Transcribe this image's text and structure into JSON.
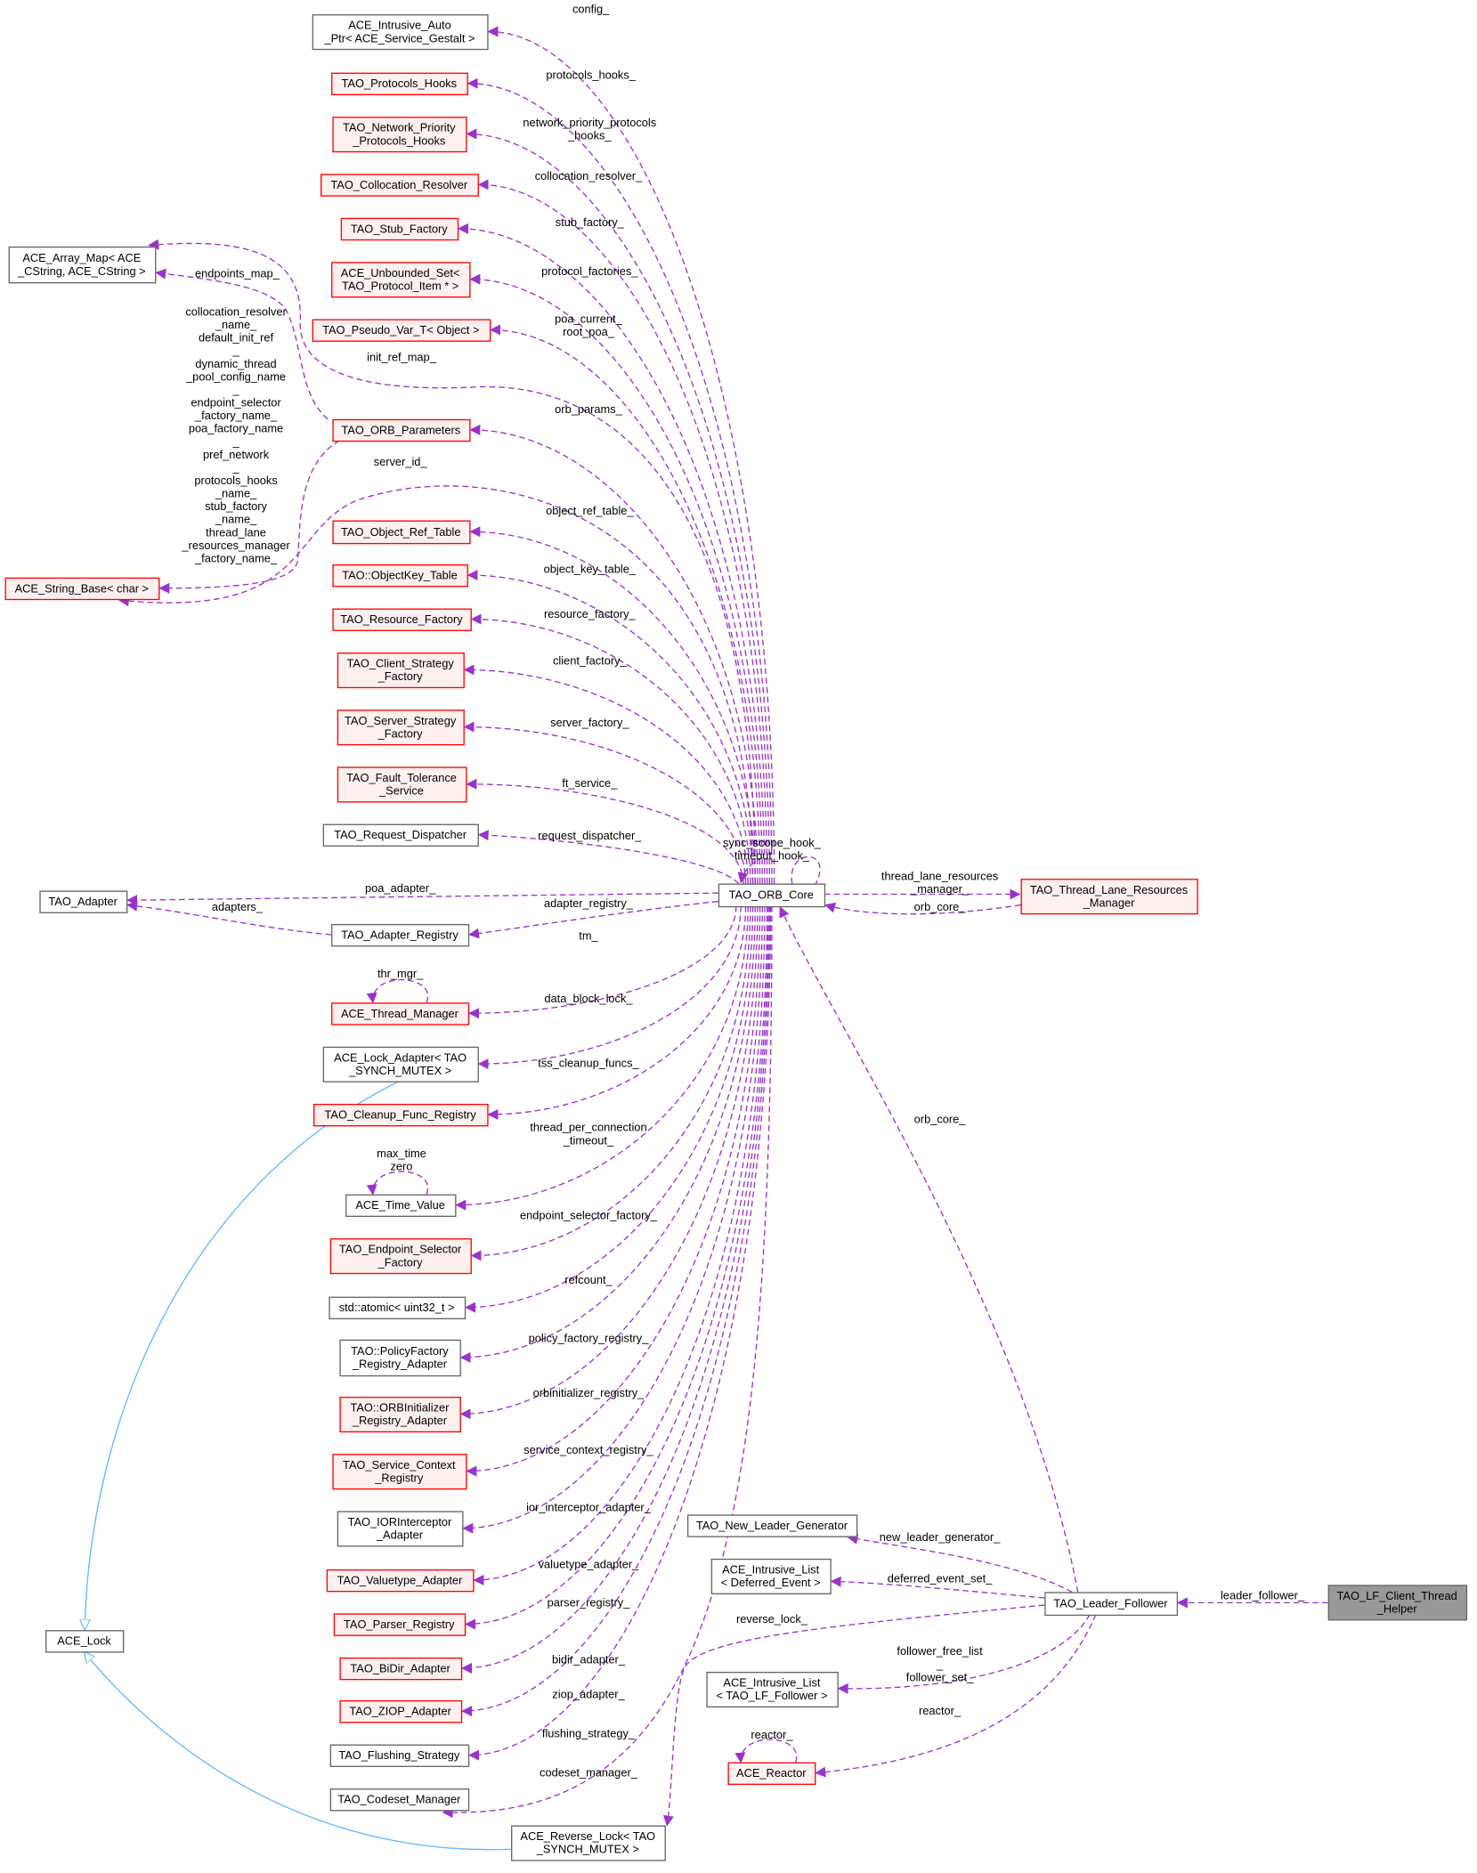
{
  "colors": {
    "usage_edge": "#9a32cd",
    "inherit_edge": "#63b8ff",
    "red_border": "#ff0000",
    "red_fill": "#fff0f0",
    "gray_border": "#666666",
    "gray_fill": "#ffffff",
    "focus_fill": "#999999",
    "focus_border": "#666666"
  },
  "diagram": {
    "nodes": [
      {
        "id": "auto_ptr",
        "kind": "gray",
        "lines": [
          "ACE_Intrusive_Auto",
          "_Ptr< ACE_Service_Gestalt >"
        ]
      },
      {
        "id": "protocols_hooks",
        "kind": "red",
        "lines": [
          "TAO_Protocols_Hooks"
        ]
      },
      {
        "id": "np_hooks",
        "kind": "red",
        "lines": [
          "TAO_Network_Priority",
          "_Protocols_Hooks"
        ]
      },
      {
        "id": "coll_resolver",
        "kind": "red",
        "lines": [
          "TAO_Collocation_Resolver"
        ]
      },
      {
        "id": "stub_factory",
        "kind": "red",
        "lines": [
          "TAO_Stub_Factory"
        ]
      },
      {
        "id": "unbounded_set",
        "kind": "red",
        "lines": [
          "ACE_Unbounded_Set<",
          "TAO_Protocol_Item * >"
        ]
      },
      {
        "id": "pseudo_var",
        "kind": "red",
        "lines": [
          "TAO_Pseudo_Var_T< Object >"
        ]
      },
      {
        "id": "orb_params",
        "kind": "red",
        "lines": [
          "TAO_ORB_Parameters"
        ]
      },
      {
        "id": "obj_ref_table",
        "kind": "red",
        "lines": [
          "TAO_Object_Ref_Table"
        ]
      },
      {
        "id": "objkey_table",
        "kind": "red",
        "lines": [
          "TAO::ObjectKey_Table"
        ]
      },
      {
        "id": "resource_factory",
        "kind": "red",
        "lines": [
          "TAO_Resource_Factory"
        ]
      },
      {
        "id": "client_sf",
        "kind": "red",
        "lines": [
          "TAO_Client_Strategy",
          "_Factory"
        ]
      },
      {
        "id": "server_sf",
        "kind": "red",
        "lines": [
          "TAO_Server_Strategy",
          "_Factory"
        ]
      },
      {
        "id": "ft_service",
        "kind": "red",
        "lines": [
          "TAO_Fault_Tolerance",
          "_Service"
        ]
      },
      {
        "id": "req_dispatcher",
        "kind": "gray",
        "lines": [
          "TAO_Request_Dispatcher"
        ]
      },
      {
        "id": "adapter_registry",
        "kind": "gray",
        "lines": [
          "TAO_Adapter_Registry"
        ]
      },
      {
        "id": "thread_manager",
        "kind": "red",
        "lines": [
          "ACE_Thread_Manager"
        ]
      },
      {
        "id": "lock_adapter",
        "kind": "gray",
        "lines": [
          "ACE_Lock_Adapter< TAO",
          "_SYNCH_MUTEX >"
        ]
      },
      {
        "id": "cleanup_registry",
        "kind": "red",
        "lines": [
          "TAO_Cleanup_Func_Registry"
        ]
      },
      {
        "id": "time_value",
        "kind": "gray",
        "lines": [
          "ACE_Time_Value"
        ]
      },
      {
        "id": "ep_selector",
        "kind": "red",
        "lines": [
          "TAO_Endpoint_Selector",
          "_Factory"
        ]
      },
      {
        "id": "atomic",
        "kind": "gray",
        "lines": [
          "std::atomic< uint32_t >"
        ]
      },
      {
        "id": "policy_reg",
        "kind": "gray",
        "lines": [
          "TAO::PolicyFactory",
          "_Registry_Adapter"
        ]
      },
      {
        "id": "orbinit_reg",
        "kind": "red",
        "lines": [
          "TAO::ORBInitializer",
          "_Registry_Adapter"
        ]
      },
      {
        "id": "sc_registry",
        "kind": "red",
        "lines": [
          "TAO_Service_Context",
          "_Registry"
        ]
      },
      {
        "id": "ior_adapter",
        "kind": "gray",
        "lines": [
          "TAO_IORInterceptor",
          "_Adapter"
        ]
      },
      {
        "id": "valuetype_adapter",
        "kind": "red",
        "lines": [
          "TAO_Valuetype_Adapter"
        ]
      },
      {
        "id": "parser_registry",
        "kind": "red",
        "lines": [
          "TAO_Parser_Registry"
        ]
      },
      {
        "id": "bidir_adapter",
        "kind": "red",
        "lines": [
          "TAO_BiDir_Adapter"
        ]
      },
      {
        "id": "ziop_adapter",
        "kind": "red",
        "lines": [
          "TAO_ZIOP_Adapter"
        ]
      },
      {
        "id": "flushing",
        "kind": "gray",
        "lines": [
          "TAO_Flushing_Strategy"
        ]
      },
      {
        "id": "codeset",
        "kind": "gray",
        "lines": [
          "TAO_Codeset_Manager"
        ]
      },
      {
        "id": "reverse_lock",
        "kind": "gray",
        "lines": [
          "ACE_Reverse_Lock< TAO",
          "_SYNCH_MUTEX >"
        ]
      },
      {
        "id": "array_map",
        "kind": "gray",
        "lines": [
          "ACE_Array_Map< ACE",
          "_CString, ACE_CString >"
        ]
      },
      {
        "id": "string_base",
        "kind": "red",
        "lines": [
          "ACE_String_Base< char >"
        ]
      },
      {
        "id": "tao_adapter",
        "kind": "gray",
        "lines": [
          "TAO_Adapter"
        ]
      },
      {
        "id": "ace_lock",
        "kind": "gray",
        "lines": [
          "ACE_Lock"
        ]
      },
      {
        "id": "orb_core",
        "kind": "gray",
        "lines": [
          "TAO_ORB_Core"
        ]
      },
      {
        "id": "tlrm",
        "kind": "red",
        "lines": [
          "TAO_Thread_Lane_Resources",
          "_Manager"
        ]
      },
      {
        "id": "new_leader",
        "kind": "gray",
        "lines": [
          "TAO_New_Leader_Generator"
        ]
      },
      {
        "id": "deferred_list",
        "kind": "gray",
        "lines": [
          "ACE_Intrusive_List",
          "< Deferred_Event >"
        ]
      },
      {
        "id": "leader_follower",
        "kind": "gray",
        "lines": [
          "TAO_Leader_Follower"
        ]
      },
      {
        "id": "lf_client",
        "kind": "focus",
        "lines": [
          "TAO_LF_Client_Thread",
          "_Helper"
        ]
      },
      {
        "id": "lf_list",
        "kind": "gray",
        "lines": [
          "ACE_Intrusive_List",
          "< TAO_LF_Follower >"
        ]
      },
      {
        "id": "reactor",
        "kind": "red",
        "lines": [
          "ACE_Reactor"
        ]
      }
    ],
    "edges": [
      {
        "from": "orb_core",
        "to": "auto_ptr",
        "kind": "usage",
        "label": [
          "config_"
        ]
      },
      {
        "from": "orb_core",
        "to": "protocols_hooks",
        "kind": "usage",
        "label": [
          "protocols_hooks_"
        ]
      },
      {
        "from": "orb_core",
        "to": "np_hooks",
        "kind": "usage",
        "label": [
          "network_priority_protocols",
          "_hooks_"
        ]
      },
      {
        "from": "orb_core",
        "to": "coll_resolver",
        "kind": "usage",
        "label": [
          "collocation_resolver_"
        ]
      },
      {
        "from": "orb_core",
        "to": "stub_factory",
        "kind": "usage",
        "label": [
          "stub_factory_"
        ]
      },
      {
        "from": "orb_core",
        "to": "unbounded_set",
        "kind": "usage",
        "label": [
          "protocol_factories_"
        ]
      },
      {
        "from": "orb_core",
        "to": "pseudo_var",
        "kind": "usage",
        "label": [
          "poa_current_",
          "root_poa_"
        ]
      },
      {
        "from": "orb_core",
        "to": "array_map",
        "kind": "usage",
        "label": [
          "init_ref_map_"
        ]
      },
      {
        "from": "orb_core",
        "to": "orb_params",
        "kind": "usage",
        "label": [
          "orb_params_"
        ]
      },
      {
        "from": "orb_core",
        "to": "string_base",
        "kind": "usage",
        "label": [
          "server_id_"
        ]
      },
      {
        "from": "orb_params",
        "to": "array_map",
        "kind": "usage",
        "label": [
          "endpoints_map_"
        ]
      },
      {
        "from": "orb_params",
        "to": "string_base",
        "kind": "usage",
        "label": [
          "collocation_resolver",
          "_name_",
          "default_init_ref",
          "_",
          "dynamic_thread",
          "_pool_config_name",
          "_",
          "endpoint_selector",
          "_factory_name_",
          "poa_factory_name",
          "_",
          "pref_network",
          "_",
          "protocols_hooks",
          "_name_",
          "stub_factory",
          "_name_",
          "thread_lane",
          "_resources_manager",
          "_factory_name_"
        ]
      },
      {
        "from": "orb_core",
        "to": "obj_ref_table",
        "kind": "usage",
        "label": [
          "object_ref_table_"
        ]
      },
      {
        "from": "orb_core",
        "to": "objkey_table",
        "kind": "usage",
        "label": [
          "object_key_table_"
        ]
      },
      {
        "from": "orb_core",
        "to": "resource_factory",
        "kind": "usage",
        "label": [
          "resource_factory_"
        ]
      },
      {
        "from": "orb_core",
        "to": "client_sf",
        "kind": "usage",
        "label": [
          "client_factory_"
        ]
      },
      {
        "from": "orb_core",
        "to": "server_sf",
        "kind": "usage",
        "label": [
          "server_factory_"
        ]
      },
      {
        "from": "orb_core",
        "to": "ft_service",
        "kind": "usage",
        "label": [
          "ft_service_"
        ]
      },
      {
        "from": "orb_core",
        "to": "req_dispatcher",
        "kind": "usage",
        "label": [
          "request_dispatcher_"
        ]
      },
      {
        "from": "orb_core",
        "to": "orb_core",
        "kind": "usage",
        "label": [
          "sync_scope_hook_",
          "timeout_hook_"
        ]
      },
      {
        "from": "orb_core",
        "to": "tao_adapter",
        "kind": "usage",
        "label": [
          "poa_adapter_"
        ]
      },
      {
        "from": "orb_core",
        "to": "adapter_registry",
        "kind": "usage",
        "label": [
          "adapter_registry_"
        ]
      },
      {
        "from": "adapter_registry",
        "to": "tao_adapter",
        "kind": "usage",
        "label": [
          "adapters_"
        ]
      },
      {
        "from": "orb_core",
        "to": "thread_manager",
        "kind": "usage",
        "label": [
          "tm_"
        ]
      },
      {
        "from": "thread_manager",
        "to": "thread_manager",
        "kind": "usage",
        "label": [
          "thr_mgr_"
        ]
      },
      {
        "from": "orb_core",
        "to": "lock_adapter",
        "kind": "usage",
        "label": [
          "data_block_lock_"
        ]
      },
      {
        "from": "orb_core",
        "to": "cleanup_registry",
        "kind": "usage",
        "label": [
          "tss_cleanup_funcs_"
        ]
      },
      {
        "from": "orb_core",
        "to": "time_value",
        "kind": "usage",
        "label": [
          "thread_per_connection",
          "_timeout_"
        ]
      },
      {
        "from": "time_value",
        "to": "time_value",
        "kind": "usage",
        "label": [
          "max_time",
          "zero"
        ]
      },
      {
        "from": "orb_core",
        "to": "ep_selector",
        "kind": "usage",
        "label": [
          "endpoint_selector_factory_"
        ]
      },
      {
        "from": "orb_core",
        "to": "atomic",
        "kind": "usage",
        "label": [
          "refcount_"
        ]
      },
      {
        "from": "orb_core",
        "to": "policy_reg",
        "kind": "usage",
        "label": [
          "policy_factory_registry_"
        ]
      },
      {
        "from": "orb_core",
        "to": "orbinit_reg",
        "kind": "usage",
        "label": [
          "orbinitializer_registry_"
        ]
      },
      {
        "from": "orb_core",
        "to": "sc_registry",
        "kind": "usage",
        "label": [
          "service_context_registry_"
        ]
      },
      {
        "from": "orb_core",
        "to": "ior_adapter",
        "kind": "usage",
        "label": [
          "ior_interceptor_adapter_"
        ]
      },
      {
        "from": "orb_core",
        "to": "valuetype_adapter",
        "kind": "usage",
        "label": [
          "valuetype_adapter_"
        ]
      },
      {
        "from": "orb_core",
        "to": "parser_registry",
        "kind": "usage",
        "label": [
          "parser_registry_"
        ]
      },
      {
        "from": "orb_core",
        "to": "bidir_adapter",
        "kind": "usage",
        "label": [
          "bidir_adapter_"
        ]
      },
      {
        "from": "orb_core",
        "to": "ziop_adapter",
        "kind": "usage",
        "label": [
          "ziop_adapter_"
        ]
      },
      {
        "from": "orb_core",
        "to": "flushing",
        "kind": "usage",
        "label": [
          "flushing_strategy_"
        ]
      },
      {
        "from": "orb_core",
        "to": "codeset",
        "kind": "usage",
        "label": [
          "codeset_manager_"
        ]
      },
      {
        "from": "orb_core",
        "to": "tlrm",
        "kind": "usage",
        "label": [
          "thread_lane_resources",
          "_manager_"
        ]
      },
      {
        "from": "tlrm",
        "to": "orb_core",
        "kind": "usage",
        "label": [
          "orb_core_"
        ]
      },
      {
        "from": "leader_follower",
        "to": "orb_core",
        "kind": "usage",
        "label": [
          "orb_core_"
        ]
      },
      {
        "from": "leader_follower",
        "to": "new_leader",
        "kind": "usage",
        "label": [
          "new_leader_generator_"
        ]
      },
      {
        "from": "leader_follower",
        "to": "deferred_list",
        "kind": "usage",
        "label": [
          "deferred_event_set_"
        ]
      },
      {
        "from": "leader_follower",
        "to": "reverse_lock",
        "kind": "usage",
        "label": [
          "reverse_lock_"
        ]
      },
      {
        "from": "leader_follower",
        "to": "lf_list",
        "kind": "usage",
        "label": [
          "follower_free_list",
          "_",
          "follower_set_"
        ]
      },
      {
        "from": "leader_follower",
        "to": "reactor",
        "kind": "usage",
        "label": [
          "reactor_"
        ]
      },
      {
        "from": "reactor",
        "to": "reactor",
        "kind": "usage",
        "label": [
          "reactor_"
        ]
      },
      {
        "from": "lf_client",
        "to": "leader_follower",
        "kind": "usage",
        "label": [
          "leader_follower_"
        ]
      },
      {
        "from": "lock_adapter",
        "to": "ace_lock",
        "kind": "inherit",
        "label": []
      },
      {
        "from": "reverse_lock",
        "to": "ace_lock",
        "kind": "inherit",
        "label": []
      }
    ]
  }
}
